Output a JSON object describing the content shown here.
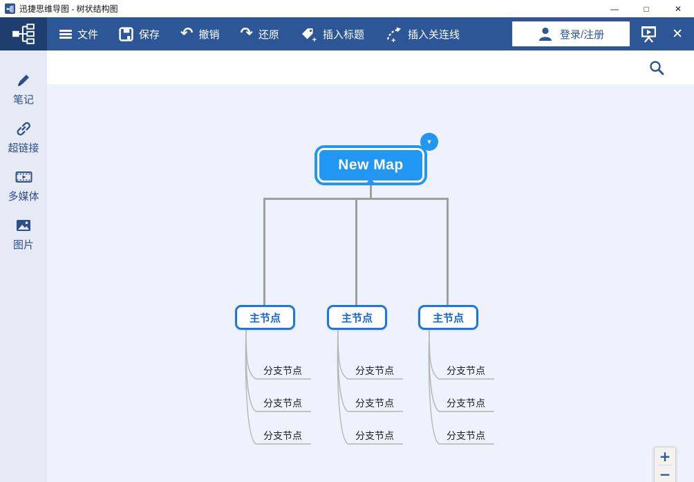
{
  "window": {
    "title": "迅捷思维导图 - 树状结构图",
    "minimize": "—",
    "maximize": "□",
    "close": "✕"
  },
  "toolbar": {
    "items": [
      {
        "label": "文件",
        "icon": "menu-icon"
      },
      {
        "label": "保存",
        "icon": "save-icon"
      },
      {
        "label": "撤销",
        "icon": "undo-icon",
        "glyph": "↶"
      },
      {
        "label": "还原",
        "icon": "redo-icon",
        "glyph": "↷"
      },
      {
        "label": "插入标题",
        "icon": "insert-title-icon"
      },
      {
        "label": "插入关连线",
        "icon": "insert-relation-icon"
      }
    ],
    "login_label": "登录/注册",
    "close_glyph": "✕"
  },
  "sidebar": {
    "items": [
      {
        "label": "笔记",
        "icon": "pen-icon"
      },
      {
        "label": "超链接",
        "icon": "link-icon"
      },
      {
        "label": "多媒体",
        "icon": "media-icon"
      },
      {
        "label": "图片",
        "icon": "image-icon"
      }
    ]
  },
  "map": {
    "root": {
      "label": "New Map",
      "badge_glyph": "▼"
    },
    "columns": [
      {
        "label": "主节点",
        "children": [
          "分支节点",
          "分支节点",
          "分支节点"
        ]
      },
      {
        "label": "主节点",
        "children": [
          "分支节点",
          "分支节点",
          "分支节点"
        ]
      },
      {
        "label": "主节点",
        "children": [
          "分支节点",
          "分支节点",
          "分支节点"
        ]
      }
    ]
  },
  "zoom_controls": {
    "zoom_in": "+",
    "zoom_out": "−"
  },
  "colors": {
    "accent": "#2196f3",
    "toolbar": "#2d5697",
    "logo_block": "#1d3e6f",
    "sidebar": "#e6eaf5",
    "canvas": "#eef2fc",
    "main_node_border": "#1877e0",
    "connector": "#9e9e9e"
  }
}
